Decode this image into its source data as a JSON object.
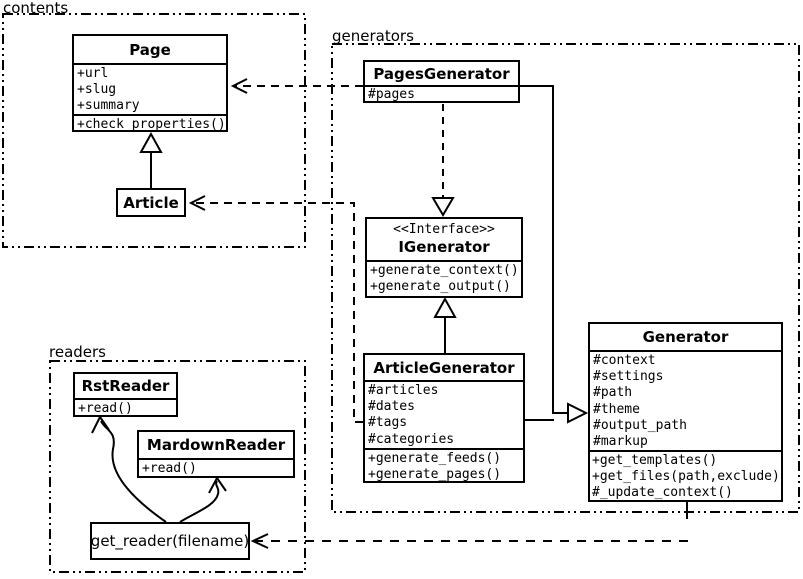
{
  "packages": {
    "contents": {
      "label": "contents"
    },
    "generators": {
      "label": "generators"
    },
    "readers": {
      "label": "readers"
    }
  },
  "classes": {
    "page": {
      "title": "Page",
      "attributes": [
        "+url",
        "+slug",
        "+summary"
      ],
      "methods": [
        "+check_properties()"
      ]
    },
    "article": {
      "title": "Article"
    },
    "pages_generator": {
      "title": "PagesGenerator",
      "attributes": [
        "#pages"
      ]
    },
    "igenerator": {
      "stereotype": "<<Interface>>",
      "title": "IGenerator",
      "methods": [
        "+generate_context()",
        "+generate_output()"
      ]
    },
    "article_generator": {
      "title": "ArticleGenerator",
      "attributes": [
        "#articles",
        "#dates",
        "#tags",
        "#categories"
      ],
      "methods": [
        "+generate_feeds()",
        "+generate_pages()"
      ]
    },
    "generator": {
      "title": "Generator",
      "attributes": [
        "#context",
        "#settings",
        "#path",
        "#theme",
        "#output_path",
        "#markup"
      ],
      "methods": [
        "+get_templates()",
        "+get_files(path,exclude)",
        "#_update_context()"
      ]
    },
    "rst_reader": {
      "title": "RstReader",
      "methods": [
        "+read()"
      ]
    },
    "mardown_reader": {
      "title": "MardownReader",
      "methods": [
        "+read()"
      ]
    },
    "get_reader": {
      "label": "get_reader(filename)"
    }
  },
  "colors": {
    "line": "#000000",
    "background": "#ffffff",
    "box_fill": "#ffffff"
  }
}
